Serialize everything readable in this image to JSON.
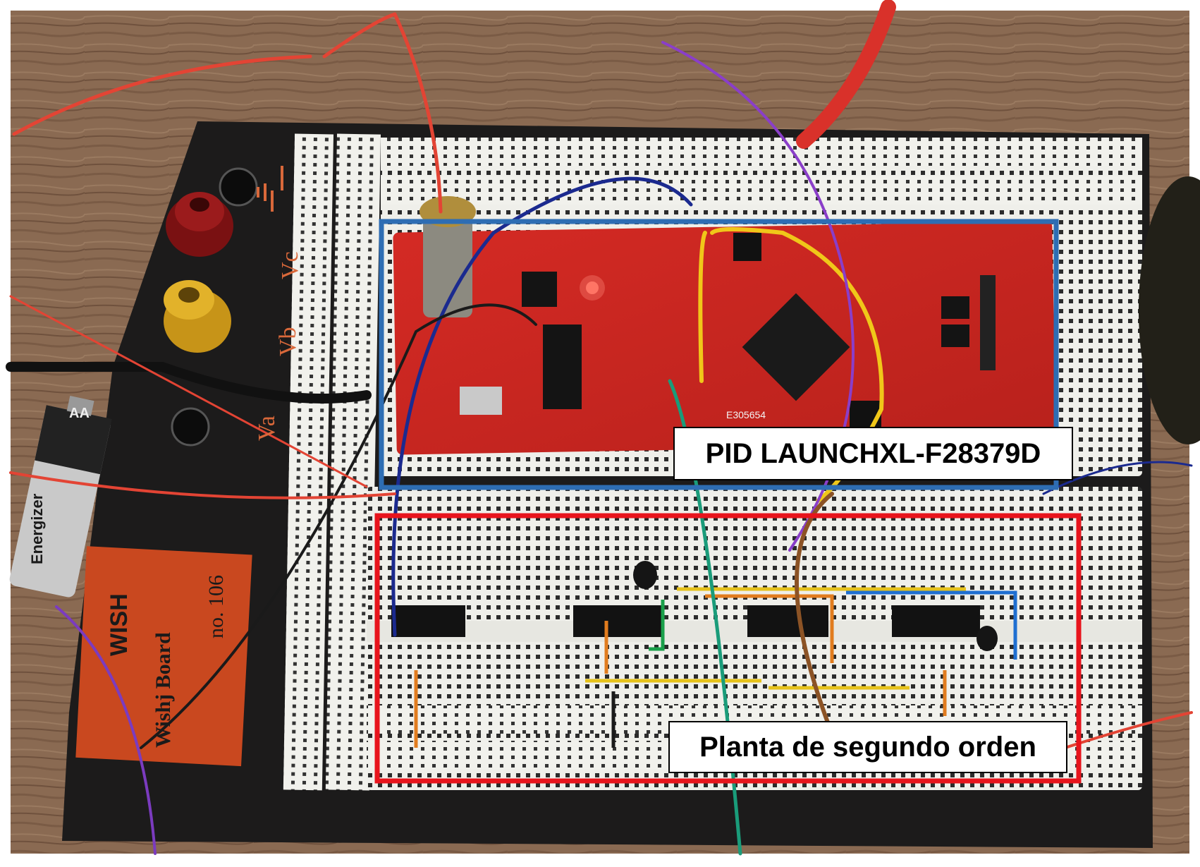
{
  "scene": {
    "description_free": true
  },
  "callouts": {
    "controller_label": "PID LAUNCHXL-F28379D",
    "plant_label": "Planta de segundo orden",
    "controller_box_color": "#2e6db3",
    "plant_box_color": "#e8141c"
  },
  "board_markings": {
    "vb": "Vb",
    "vc": "Vc",
    "va": "Va",
    "brand": "WISH",
    "model": "Wishj Board",
    "number": "no. 106"
  },
  "battery": {
    "brand": "Energizer",
    "size": "AA"
  },
  "pcb": {
    "marking": "E305654"
  },
  "icons": {
    "ground": "ground-symbol-icon"
  }
}
